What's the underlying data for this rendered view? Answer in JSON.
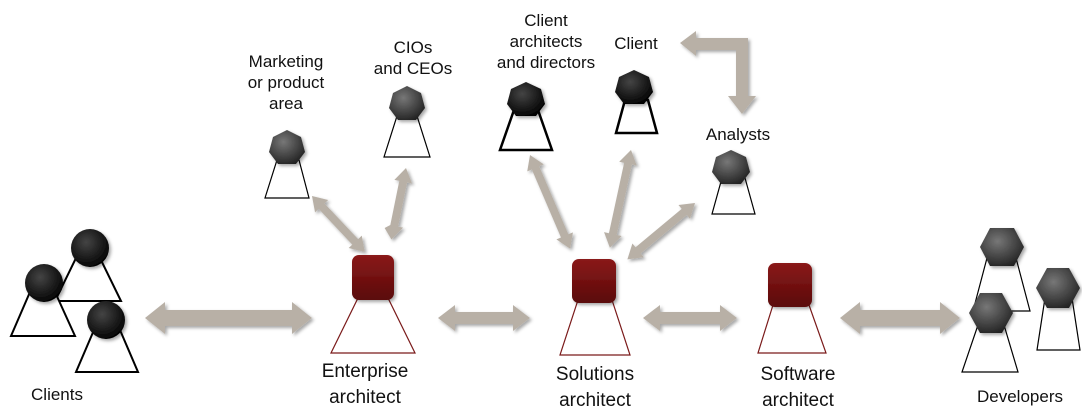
{
  "labels": {
    "clients": "Clients",
    "enterprise_architect": [
      "Enterprise",
      "architect"
    ],
    "solutions_architect": [
      "Solutions",
      "architect"
    ],
    "software_architect": [
      "Software",
      "architect"
    ],
    "developers": "Developers",
    "marketing": [
      "Marketing",
      "or product",
      "area"
    ],
    "cios": [
      "CIOs",
      "and CEOs"
    ],
    "client_architects": [
      "Client",
      "architects",
      "and directors"
    ],
    "client": "Client",
    "analysts": "Analysts"
  },
  "colors": {
    "arrow": "#b8b0a6",
    "architect_head": "#6e0f0f",
    "architect_body_stroke": "#7a1a1a",
    "stakeholder_head": "#3a3a3a",
    "black": "#000000"
  }
}
